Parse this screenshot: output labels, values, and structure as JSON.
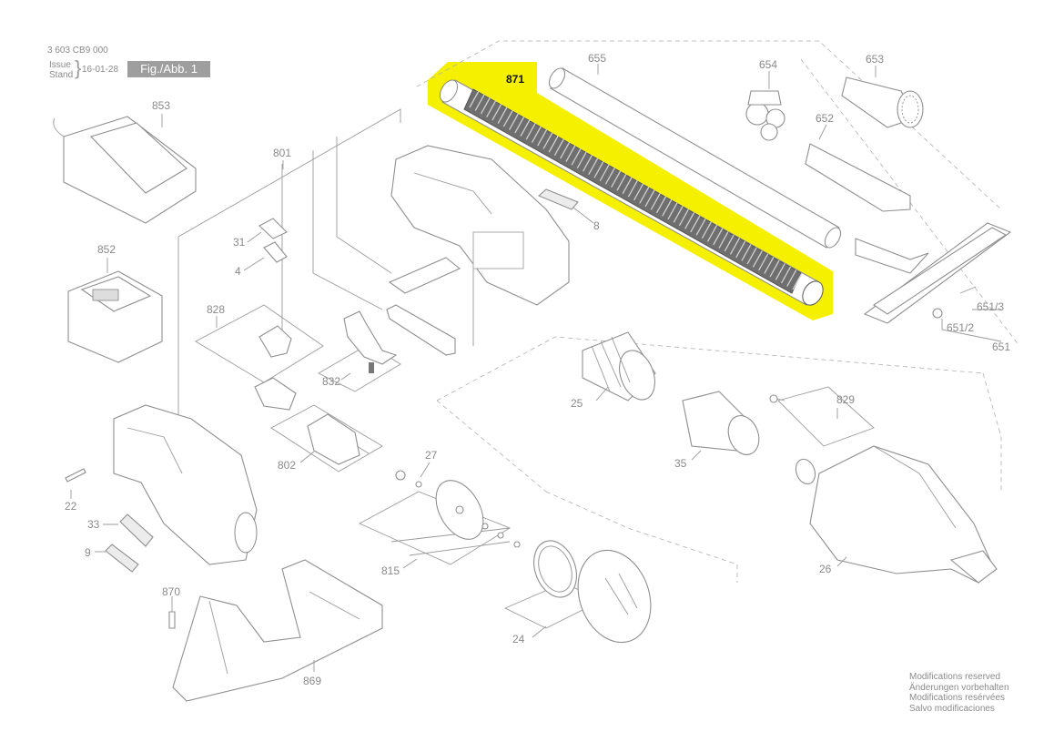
{
  "header": {
    "doc_number": "3 603 CB9 000",
    "issue_label": "Issue",
    "stand_label": "Stand",
    "issue_date": "16-01-28",
    "figure_label": "Fig./Abb. 1"
  },
  "highlight": {
    "part": "871",
    "color": "#f5ef00"
  },
  "parts": {
    "p871": "871",
    "p655": "655",
    "p654": "654",
    "p653": "653",
    "p652": "652",
    "p651_3": "651/3",
    "p651_2": "651/2",
    "p651": "651",
    "p853": "853",
    "p852": "852",
    "p801": "801",
    "p8": "8",
    "p31": "31",
    "p4": "4",
    "p828": "828",
    "p832": "832",
    "p25": "25",
    "p829": "829",
    "p35": "35",
    "p27": "27",
    "p802": "802",
    "p22": "22",
    "p33": "33",
    "p9": "9",
    "p815": "815",
    "p870": "870",
    "p869": "869",
    "p24": "24",
    "p26": "26"
  },
  "notes": [
    "Modifications reserved",
    "Änderungen vorbehalten",
    "Modifications resérvées",
    "Salvo modificaciones"
  ]
}
